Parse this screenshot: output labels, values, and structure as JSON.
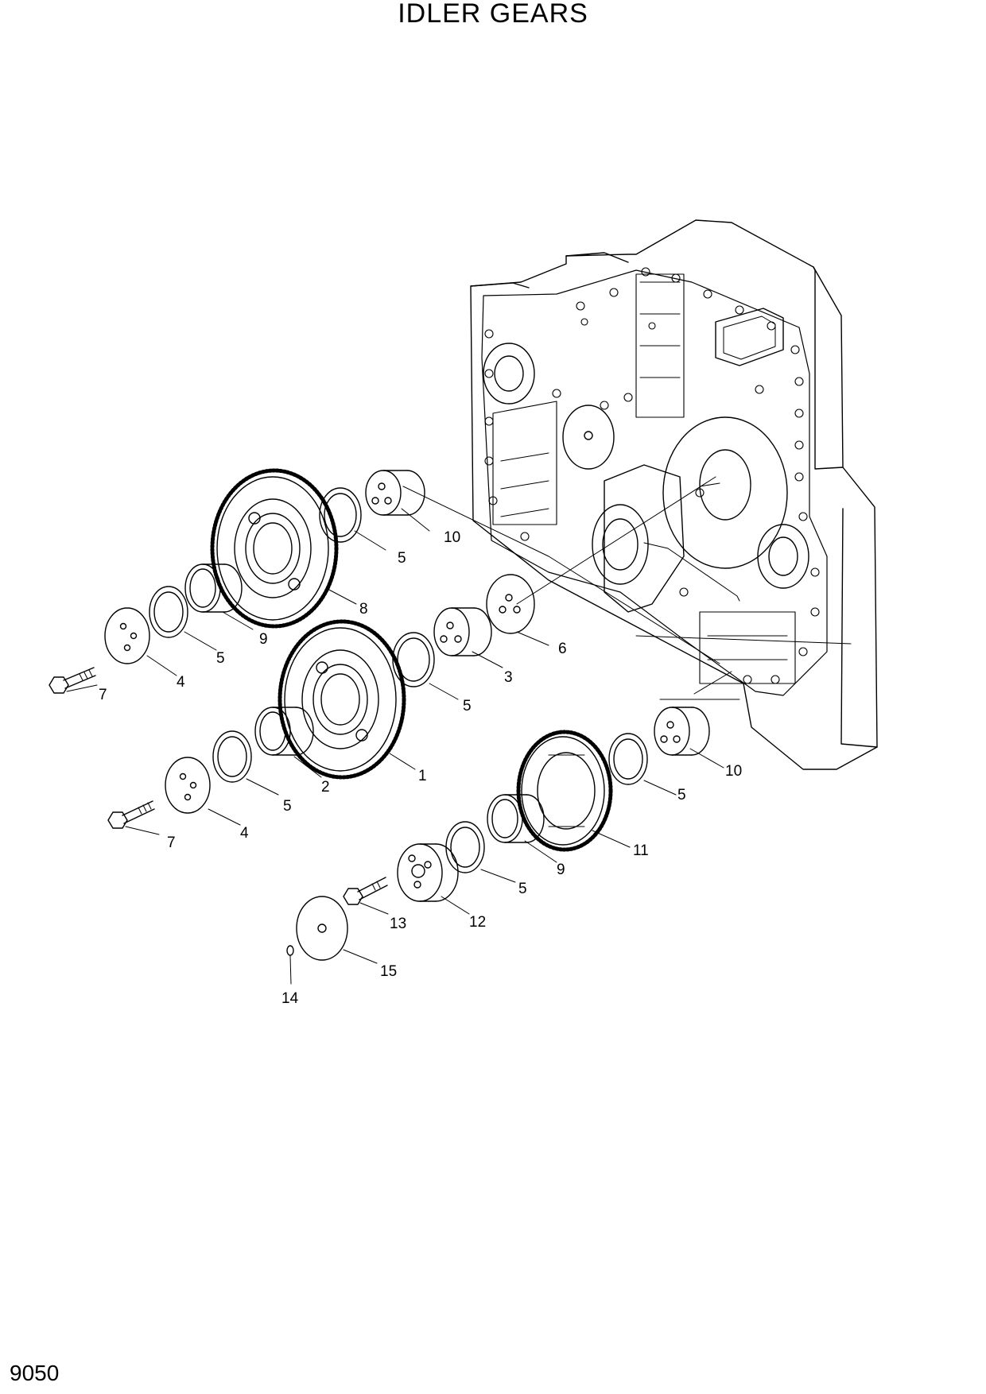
{
  "title": "IDLER GEARS",
  "page_code": "9050",
  "callouts": [
    "1",
    "2",
    "3",
    "4",
    "4",
    "5",
    "5",
    "5",
    "5",
    "5",
    "5",
    "6",
    "7",
    "7",
    "8",
    "9",
    "9",
    "10",
    "10",
    "11",
    "12",
    "13",
    "14",
    "15"
  ]
}
